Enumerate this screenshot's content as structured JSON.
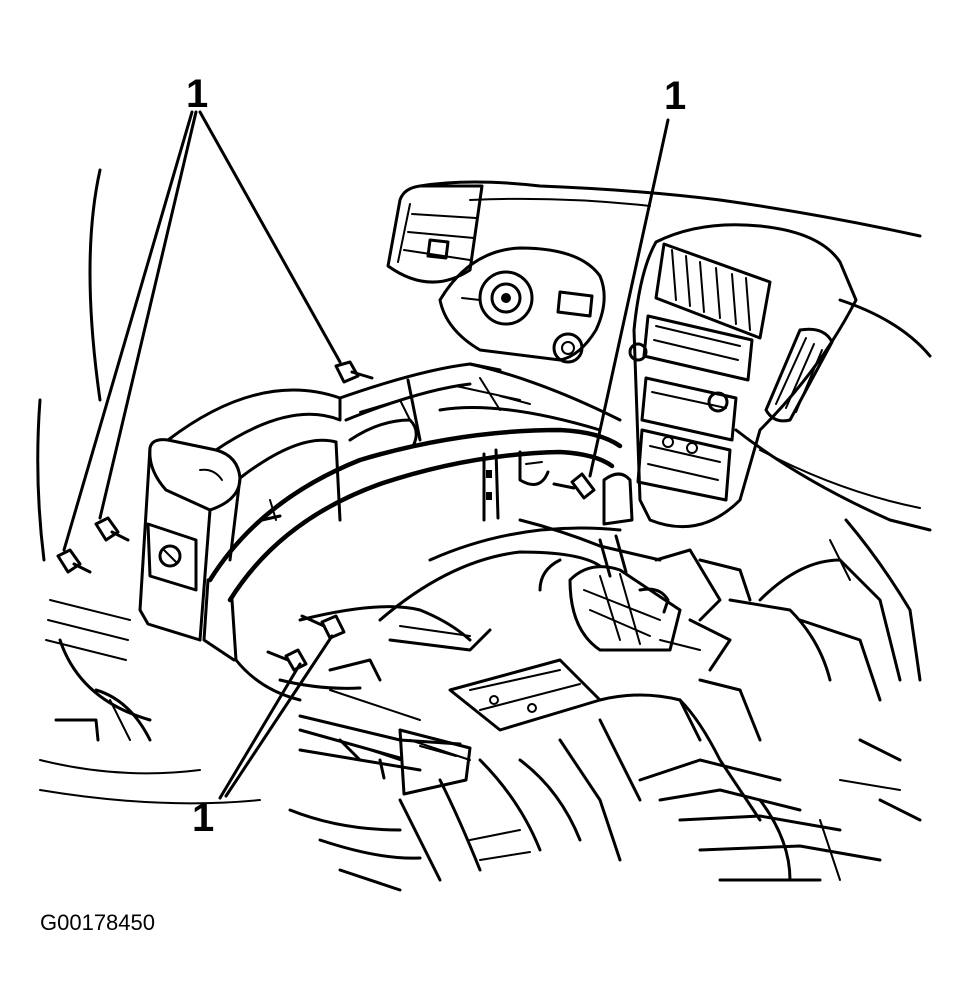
{
  "diagram": {
    "callouts": [
      {
        "id": "top-left",
        "label": "1"
      },
      {
        "id": "top-right",
        "label": "1"
      },
      {
        "id": "bottom",
        "label": "1"
      }
    ],
    "figure_code": "G00178450"
  },
  "colors": {
    "ink": "#000000",
    "paper": "#ffffff"
  }
}
